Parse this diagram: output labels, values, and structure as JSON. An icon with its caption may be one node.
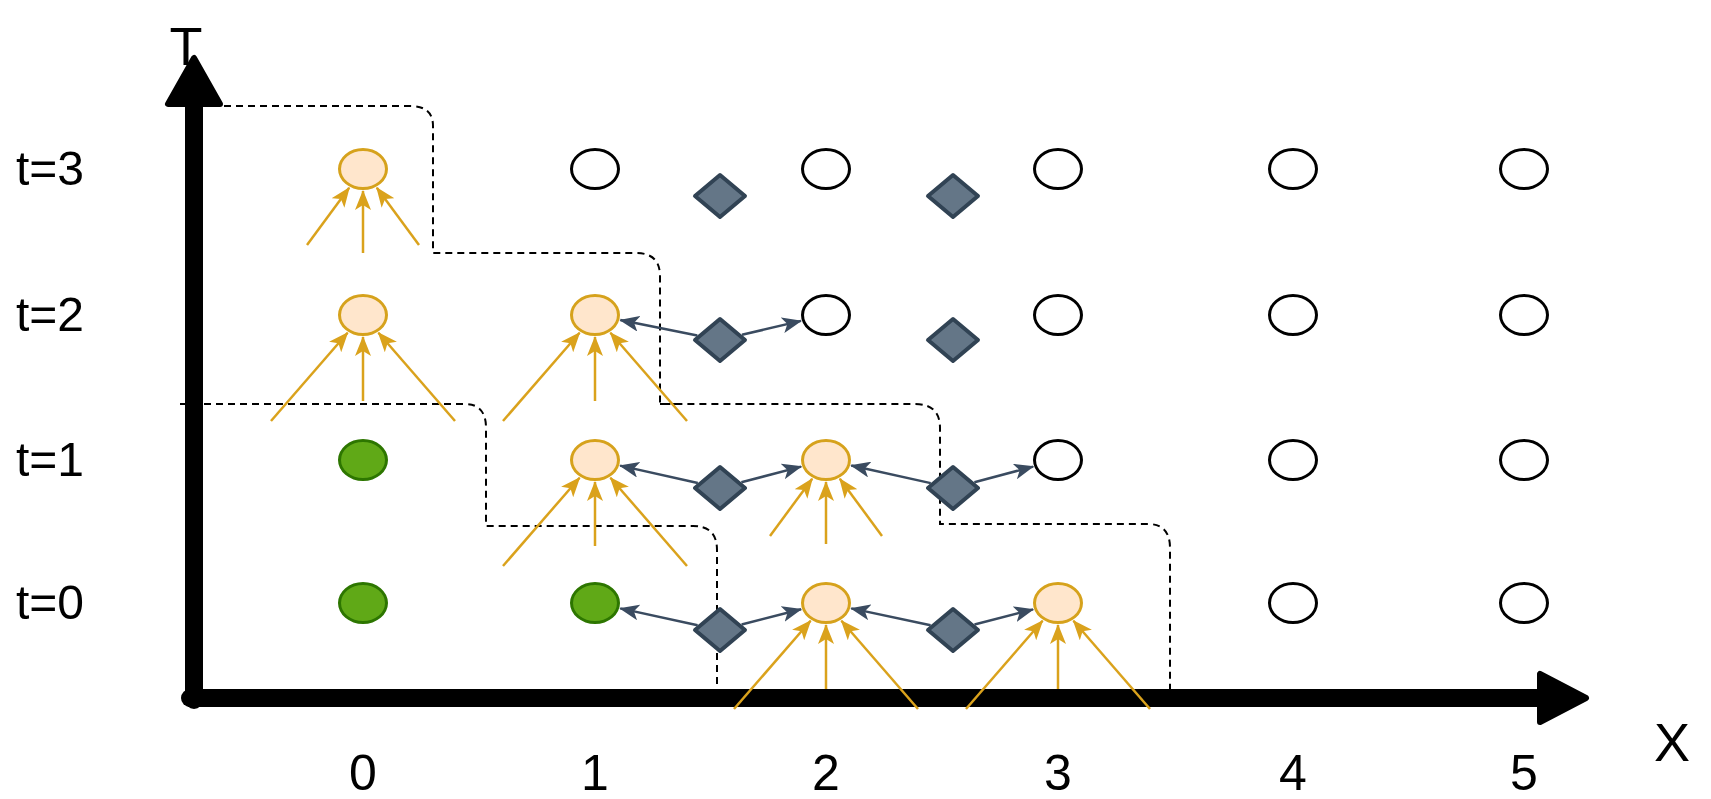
{
  "diagram": {
    "nodes": [
      {
        "text": [],
        "shape": "circle"
      },
      {
        "text": [],
        "shape": "circle"
      },
      {
        "text": [],
        "shape": "diamond"
      },
      {
        "text": [],
        "shape": "circle"
      },
      {
        "text": [],
        "shape": "diamond"
      },
      {
        "text": [],
        "shape": "circle"
      },
      {
        "text": [],
        "shape": "circle"
      },
      {
        "text": [],
        "shape": "circle"
      },
      {
        "text": [],
        "shape": "circle"
      },
      {
        "text": [],
        "shape": "circle"
      },
      {
        "text": [],
        "shape": "diamond"
      },
      {
        "text": [],
        "shape": "circle"
      },
      {
        "text": [],
        "shape": "diamond"
      },
      {
        "text": [],
        "shape": "circle"
      },
      {
        "text": [],
        "shape": "circle"
      },
      {
        "text": [],
        "shape": "circle"
      },
      {
        "text": [],
        "shape": "circle"
      },
      {
        "text": [],
        "shape": "circle"
      },
      {
        "text": [],
        "shape": "diamond"
      },
      {
        "text": [],
        "shape": "circle"
      },
      {
        "text": [],
        "shape": "diamond"
      },
      {
        "text": [],
        "shape": "circle"
      },
      {
        "text": [],
        "shape": "circle"
      },
      {
        "text": [],
        "shape": "circle"
      },
      {
        "text": [],
        "shape": "circle"
      },
      {
        "text": [],
        "shape": "circle"
      },
      {
        "text": [],
        "shape": "diamond"
      },
      {
        "text": [],
        "shape": "circle"
      },
      {
        "text": [],
        "shape": "diamond"
      },
      {
        "text": [],
        "shape": "circle"
      },
      {
        "text": [],
        "shape": "circle"
      },
      {
        "text": [],
        "shape": "circle"
      }
    ],
    "edges": [
      {
        "from": null,
        "to": 0,
        "arrow": "to"
      },
      {
        "from": null,
        "to": 0,
        "arrow": "to"
      },
      {
        "from": null,
        "to": 0,
        "arrow": "to"
      },
      {
        "from": null,
        "to": 8,
        "arrow": "to"
      },
      {
        "from": null,
        "to": 8,
        "arrow": "to"
      },
      {
        "from": null,
        "to": 8,
        "arrow": "to"
      },
      {
        "from": null,
        "to": 9,
        "arrow": "to"
      },
      {
        "from": null,
        "to": 9,
        "arrow": "to"
      },
      {
        "from": null,
        "to": 9,
        "arrow": "to"
      },
      {
        "from": 10,
        "to": 9,
        "arrow": "to",
        "color": "#3a4b60"
      },
      {
        "from": 10,
        "to": 11,
        "arrow": "to",
        "color": "#3a4b60"
      },
      {
        "from": null,
        "to": 17,
        "arrow": "to"
      },
      {
        "from": null,
        "to": 17,
        "arrow": "to"
      },
      {
        "from": null,
        "to": 17,
        "arrow": "to"
      },
      {
        "from": null,
        "to": 19,
        "arrow": "to"
      },
      {
        "from": null,
        "to": 19,
        "arrow": "to"
      },
      {
        "from": null,
        "to": 19,
        "arrow": "to"
      },
      {
        "from": 18,
        "to": 17,
        "arrow": "to",
        "color": "#3a4b60"
      },
      {
        "from": 18,
        "to": 19,
        "arrow": "to",
        "color": "#3a4b60"
      },
      {
        "from": 20,
        "to": 19,
        "arrow": "to",
        "color": "#3a4b60"
      },
      {
        "from": 20,
        "to": 21,
        "arrow": "to",
        "color": "#3a4b60"
      },
      {
        "from": null,
        "to": 27,
        "arrow": "to"
      },
      {
        "from": null,
        "to": 27,
        "arrow": "to"
      },
      {
        "from": null,
        "to": 27,
        "arrow": "to"
      },
      {
        "from": null,
        "to": 29,
        "arrow": "to"
      },
      {
        "from": null,
        "to": 29,
        "arrow": "to"
      },
      {
        "from": null,
        "to": 29,
        "arrow": "to"
      },
      {
        "from": 26,
        "to": 25,
        "arrow": "to",
        "color": "#3a4b60"
      },
      {
        "from": 26,
        "to": 27,
        "arrow": "to",
        "color": "#3a4b60"
      },
      {
        "from": 28,
        "to": 27,
        "arrow": "to",
        "color": "#3a4b60"
      },
      {
        "from": 28,
        "to": 29,
        "arrow": "to",
        "color": "#3a4b60"
      }
    ],
    "labels": [
      "T",
      "t=3",
      "t=2",
      "t=1",
      "t=0",
      "X",
      "0",
      "1",
      "2",
      "3",
      "4",
      "5"
    ]
  }
}
